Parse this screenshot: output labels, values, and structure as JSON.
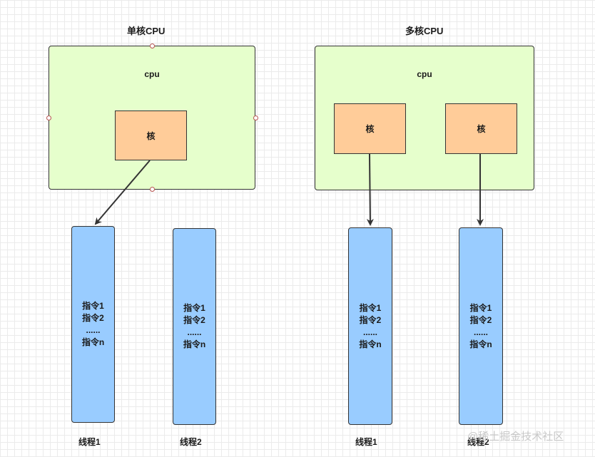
{
  "single_core": {
    "title": "单核CPU",
    "cpu_label": "cpu",
    "core_label": "核",
    "threads": [
      {
        "lines": [
          "指令1",
          "指令2",
          "......",
          "指令n"
        ],
        "label": "线程1"
      },
      {
        "lines": [
          "指令1",
          "指令2",
          "......",
          "指令n"
        ],
        "label": "线程2"
      }
    ]
  },
  "multi_core": {
    "title": "多核CPU",
    "cpu_label": "cpu",
    "cores": [
      {
        "label": "核"
      },
      {
        "label": "核"
      }
    ],
    "threads": [
      {
        "lines": [
          "指令1",
          "指令2",
          "......",
          "指令n"
        ],
        "label": "线程1"
      },
      {
        "lines": [
          "指令1",
          "指令2",
          "......",
          "指令n"
        ],
        "label": "线程2"
      }
    ]
  },
  "watermark": "@稀土掘金技术社区",
  "colors": {
    "cpu_fill": "#e6ffcc",
    "core_fill": "#ffcc99",
    "thread_fill": "#99ccff",
    "stroke": "#333333"
  }
}
